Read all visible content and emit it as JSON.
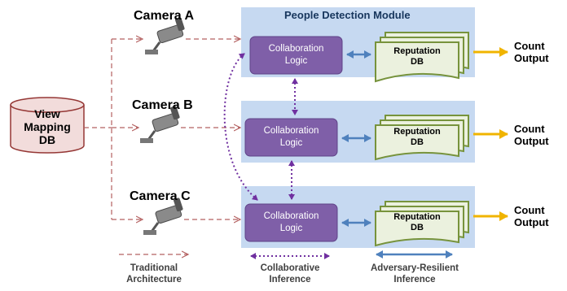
{
  "module_title": "People Detection Module",
  "view_db": {
    "label": "View\nMapping\nDB"
  },
  "cameras": [
    {
      "label": "Camera A"
    },
    {
      "label": "Camera B"
    },
    {
      "label": "Camera C"
    }
  ],
  "modules": [
    {
      "collab_label": "Collaboration\nLogic",
      "reputation_label": "Reputation\nDB",
      "output_label": "Count\nOutput"
    },
    {
      "collab_label": "Collaboration\nLogic",
      "reputation_label": "Reputation\nDB",
      "output_label": "Count\nOutput"
    },
    {
      "collab_label": "Collaboration\nLogic",
      "reputation_label": "Reputation\nDB",
      "output_label": "Count\nOutput"
    }
  ],
  "legend": [
    {
      "label": "Traditional\nArchitecture",
      "style": "dashed-red"
    },
    {
      "label": "Collaborative\nInference",
      "style": "dotted-purple"
    },
    {
      "label": "Adversary-Resilient\nInference",
      "style": "solid-blue"
    }
  ],
  "colors": {
    "module_bg": "#c6d9f1",
    "collab_fill": "#7f5fa8",
    "reputation_stroke": "#77933c",
    "reputation_fill": "#ebf1de",
    "output_arrow": "#f0b400",
    "dashed_red": "#b46060",
    "dotted_purple": "#7030a0",
    "blue_arrow": "#4f81bd",
    "db_fill": "#f2dcdb",
    "db_stroke": "#953735"
  },
  "icons": {
    "camera": "security-camera-icon",
    "database": "database-cylinder-icon"
  }
}
